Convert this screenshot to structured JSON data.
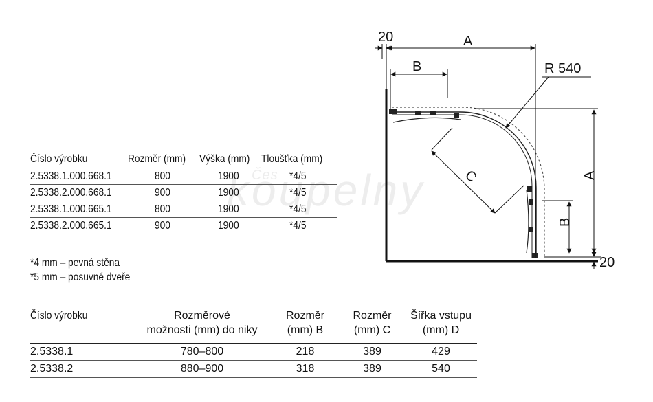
{
  "table1": {
    "headers": [
      "Číslo výrobku",
      "Rozměr (mm)",
      "Výška (mm)",
      "Tloušťka (mm)"
    ],
    "rows": [
      [
        "2.5338.1.000.668.1",
        "800",
        "1900",
        "*4/5"
      ],
      [
        "2.5338.2.000.668.1",
        "900",
        "1900",
        "*4/5"
      ],
      [
        "2.5338.1.000.665.1",
        "800",
        "1900",
        "*4/5"
      ],
      [
        "2.5338.2.000.665.1",
        "900",
        "1900",
        "*4/5"
      ]
    ]
  },
  "notes": [
    "*4 mm – pevná stěna",
    "*5 mm – posuvné dveře"
  ],
  "table2": {
    "headers": [
      [
        "Číslo výrobku",
        ""
      ],
      [
        "Rozměrové",
        "možnosti (mm) do niky"
      ],
      [
        "Rozměr",
        "(mm) B"
      ],
      [
        "Rozměr",
        "(mm) C"
      ],
      [
        "Šířka vstupu",
        "(mm) D"
      ]
    ],
    "rows": [
      [
        "2.5338.1",
        "780–800",
        "218",
        "389",
        "429"
      ],
      [
        "2.5338.2",
        "880–900",
        "318",
        "389",
        "540"
      ]
    ]
  },
  "watermark": {
    "main": "koupelny",
    "small": "Čes"
  },
  "diagram": {
    "labels": {
      "top_offset": "20",
      "width": "A",
      "depth": "A",
      "b_top": "B",
      "b_right": "B",
      "radius": "R 540",
      "c": "C",
      "bottom_offset": "20"
    }
  }
}
